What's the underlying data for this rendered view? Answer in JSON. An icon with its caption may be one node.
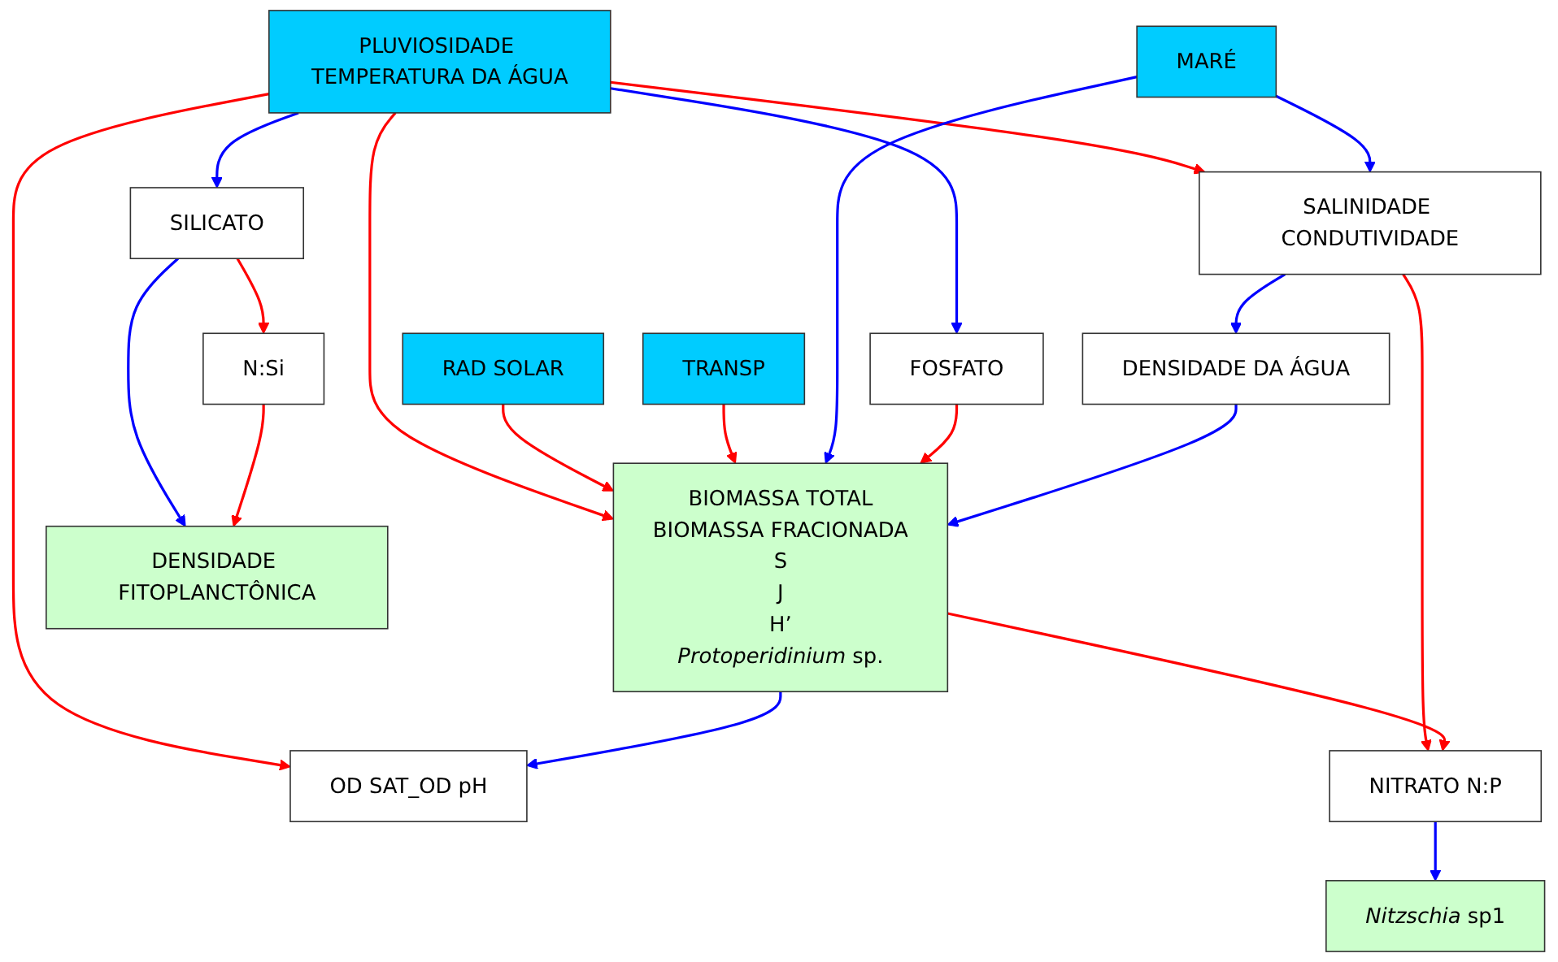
{
  "diagram": {
    "nodes": [
      {
        "text": [
          "PLUVIOSIDADE TEMPERATURA DA ÁGUA"
        ]
      },
      {
        "text": [
          "SALINIDADE CONDUTIVIDADE"
        ]
      },
      {
        "text": [
          "MARÉ"
        ]
      },
      {
        "text": [
          "RAD SOLAR"
        ]
      },
      {
        "text": [
          "TRANSP"
        ]
      },
      {
        "text": [
          "SILICATO"
        ]
      },
      {
        "text": [
          "FOSFATO"
        ]
      },
      {
        "text": [
          "DENSIDADE DA ÁGUA"
        ]
      },
      {
        "text": [
          "N:Si"
        ]
      },
      {
        "text": [
          "OD SAT_OD pH"
        ]
      },
      {
        "text": [
          "BIOMASSA TOTAL",
          "BIOMASSA FRACIONADA",
          "S",
          "J",
          "H’",
          "*Protoperidinium* sp."
        ]
      },
      {
        "text": [
          "NITRATO N:P"
        ]
      },
      {
        "text": [
          "DENSIDADE FITOPLANCTÔNICA"
        ]
      },
      {
        "text": [
          "*Nitzschia* sp1"
        ]
      }
    ],
    "edges": [
      {
        "from": 0,
        "to": 1,
        "arrow": "to"
      },
      {
        "from": 2,
        "to": 1,
        "arrow": "to",
        "color": "#0000ff"
      },
      {
        "from": 0,
        "to": 5,
        "arrow": "to",
        "color": "#0000ff"
      },
      {
        "from": 0,
        "to": 9,
        "arrow": "to"
      },
      {
        "from": 0,
        "to": 6,
        "arrow": "to",
        "color": "#0000ff"
      },
      {
        "from": 0,
        "to": 10,
        "arrow": "to"
      },
      {
        "from": 3,
        "to": 10,
        "arrow": "to"
      },
      {
        "from": 4,
        "to": 10,
        "arrow": "to"
      },
      {
        "from": 2,
        "to": 10,
        "arrow": "to",
        "color": "#0000ff"
      },
      {
        "from": 6,
        "to": 10,
        "arrow": "to"
      },
      {
        "from": 1,
        "to": 7,
        "arrow": "to",
        "color": "#0000ff"
      },
      {
        "from": 7,
        "to": 10,
        "arrow": "to",
        "color": "#0000ff"
      },
      {
        "from": 1,
        "to": 11,
        "arrow": "to"
      },
      {
        "from": 10,
        "to": 9,
        "arrow": "to",
        "color": "#0000ff"
      },
      {
        "from": 10,
        "to": 11,
        "arrow": "to"
      },
      {
        "from": 5,
        "to": 8,
        "arrow": "to"
      },
      {
        "from": 5,
        "to": 12,
        "arrow": "to",
        "color": "#0000ff"
      },
      {
        "from": 8,
        "to": 12,
        "arrow": "to"
      },
      {
        "from": 11,
        "to": 13,
        "arrow": "to",
        "color": "#0000ff"
      }
    ]
  }
}
